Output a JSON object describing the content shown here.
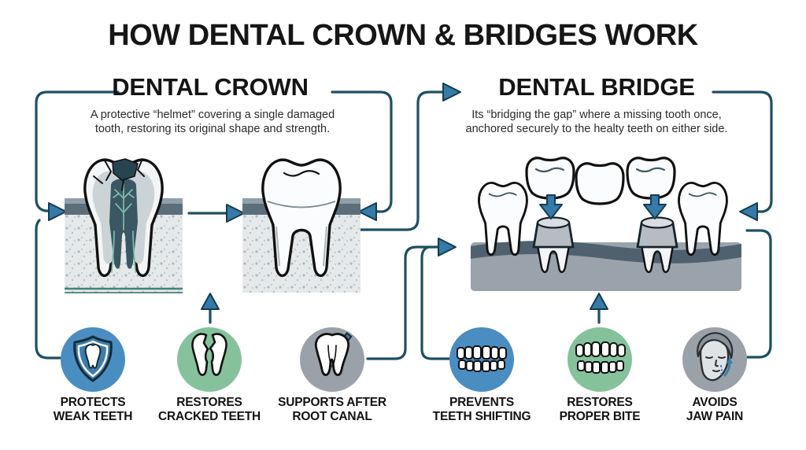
{
  "title": "HOW DENTAL CROWN & BRIDGES WORK",
  "sections": {
    "crown": {
      "heading": "DENTAL CROWN",
      "description": "A protective “helmet” covering a single damaged\ntooth, restoring its original shape and strength.",
      "illustrations": [
        "damaged-tooth-cross-section",
        "crowned-tooth-cross-section"
      ]
    },
    "bridge": {
      "heading": "DENTAL BRIDGE",
      "description": "Its “bridging the gap” where a missing tooth once,\nanchored securely to the healty teeth on either side.",
      "illustrations": [
        "three-unit-bridge",
        "prepared-abutment-teeth",
        "healthy-anchor-teeth"
      ]
    }
  },
  "benefits": [
    {
      "label": "PROTECTS\nWEAK TEETH",
      "icon": "shield-tooth-icon",
      "circle_color": "#4a8dc0"
    },
    {
      "label": "RESTORES\nCRACKED TEETH",
      "icon": "cracked-tooth-icon",
      "circle_color": "#85c29c"
    },
    {
      "label": "SUPPORTS AFTER\nROOT CANAL",
      "icon": "root-canal-tooth-icon",
      "circle_color": "#9aa1a8"
    },
    {
      "label": "PREVENTS\nTEETH SHIFTING",
      "icon": "teeth-row-icon",
      "circle_color": "#4a8dc0"
    },
    {
      "label": "RESTORES\nPROPER BITE",
      "icon": "bite-teeth-icon",
      "circle_color": "#85c29c"
    },
    {
      "label": "AVOIDS\nJAW PAIN",
      "icon": "jaw-pain-face-icon",
      "circle_color": "#9aa1a8"
    }
  ],
  "palette": {
    "background": "#ffffff",
    "connector_line": "#1d4f63",
    "arrowhead_fill": "#357aa8",
    "text": "#161616",
    "gum_dark": "#5d6e7b",
    "gum_light": "#e6e9ea",
    "nerve_teal": "#7cbcab"
  }
}
